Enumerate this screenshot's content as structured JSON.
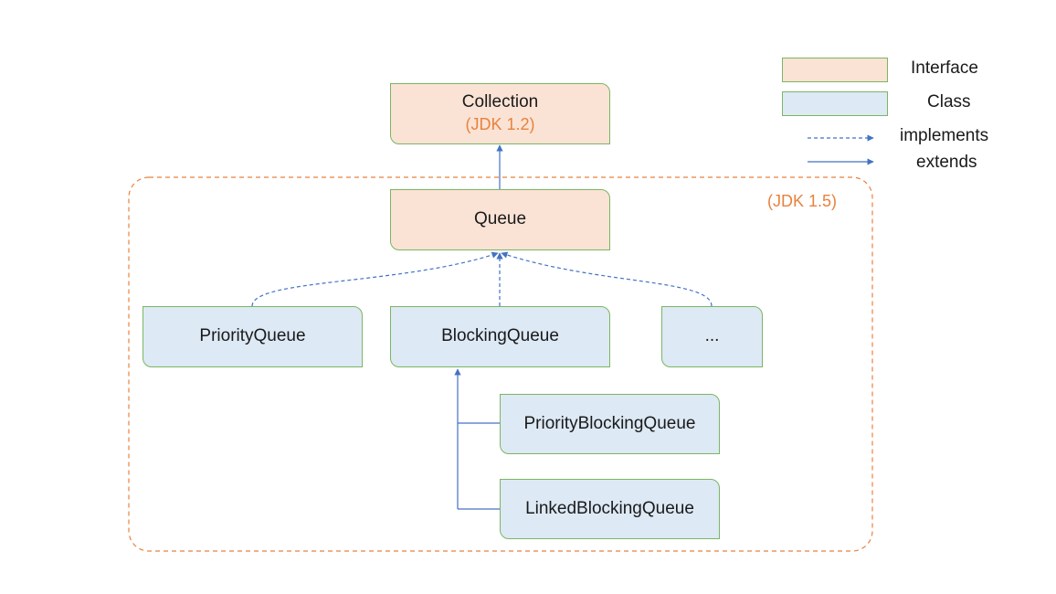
{
  "nodes": {
    "collection": {
      "label": "Collection",
      "sublabel": "(JDK 1.2)",
      "kind": "interface"
    },
    "queue": {
      "label": "Queue",
      "kind": "interface"
    },
    "priority_queue": {
      "label": "PriorityQueue",
      "kind": "class"
    },
    "blocking_queue": {
      "label": "BlockingQueue",
      "kind": "class"
    },
    "more": {
      "label": "...",
      "kind": "class"
    },
    "priority_blocking_queue": {
      "label": "PriorityBlockingQueue",
      "kind": "class"
    },
    "linked_blocking_queue": {
      "label": "LinkedBlockingQueue",
      "kind": "class"
    }
  },
  "group": {
    "label": "(JDK 1.5)"
  },
  "edges": [
    {
      "from": "queue",
      "to": "collection",
      "type": "extends"
    },
    {
      "from": "priority_queue",
      "to": "queue",
      "type": "implements"
    },
    {
      "from": "blocking_queue",
      "to": "queue",
      "type": "implements"
    },
    {
      "from": "more",
      "to": "queue",
      "type": "implements"
    },
    {
      "from": "priority_blocking_queue",
      "to": "blocking_queue",
      "type": "extends"
    },
    {
      "from": "linked_blocking_queue",
      "to": "blocking_queue",
      "type": "extends"
    }
  ],
  "legend": {
    "interface": "Interface",
    "class": "Class",
    "implements": "implements",
    "extends": "extends"
  },
  "colors": {
    "interface_fill": "#fae3d5",
    "class_fill": "#dde9f5",
    "node_border": "#7bb661",
    "arrow": "#4472c4",
    "group_border": "#e8823d",
    "version_text": "#e8823d"
  }
}
